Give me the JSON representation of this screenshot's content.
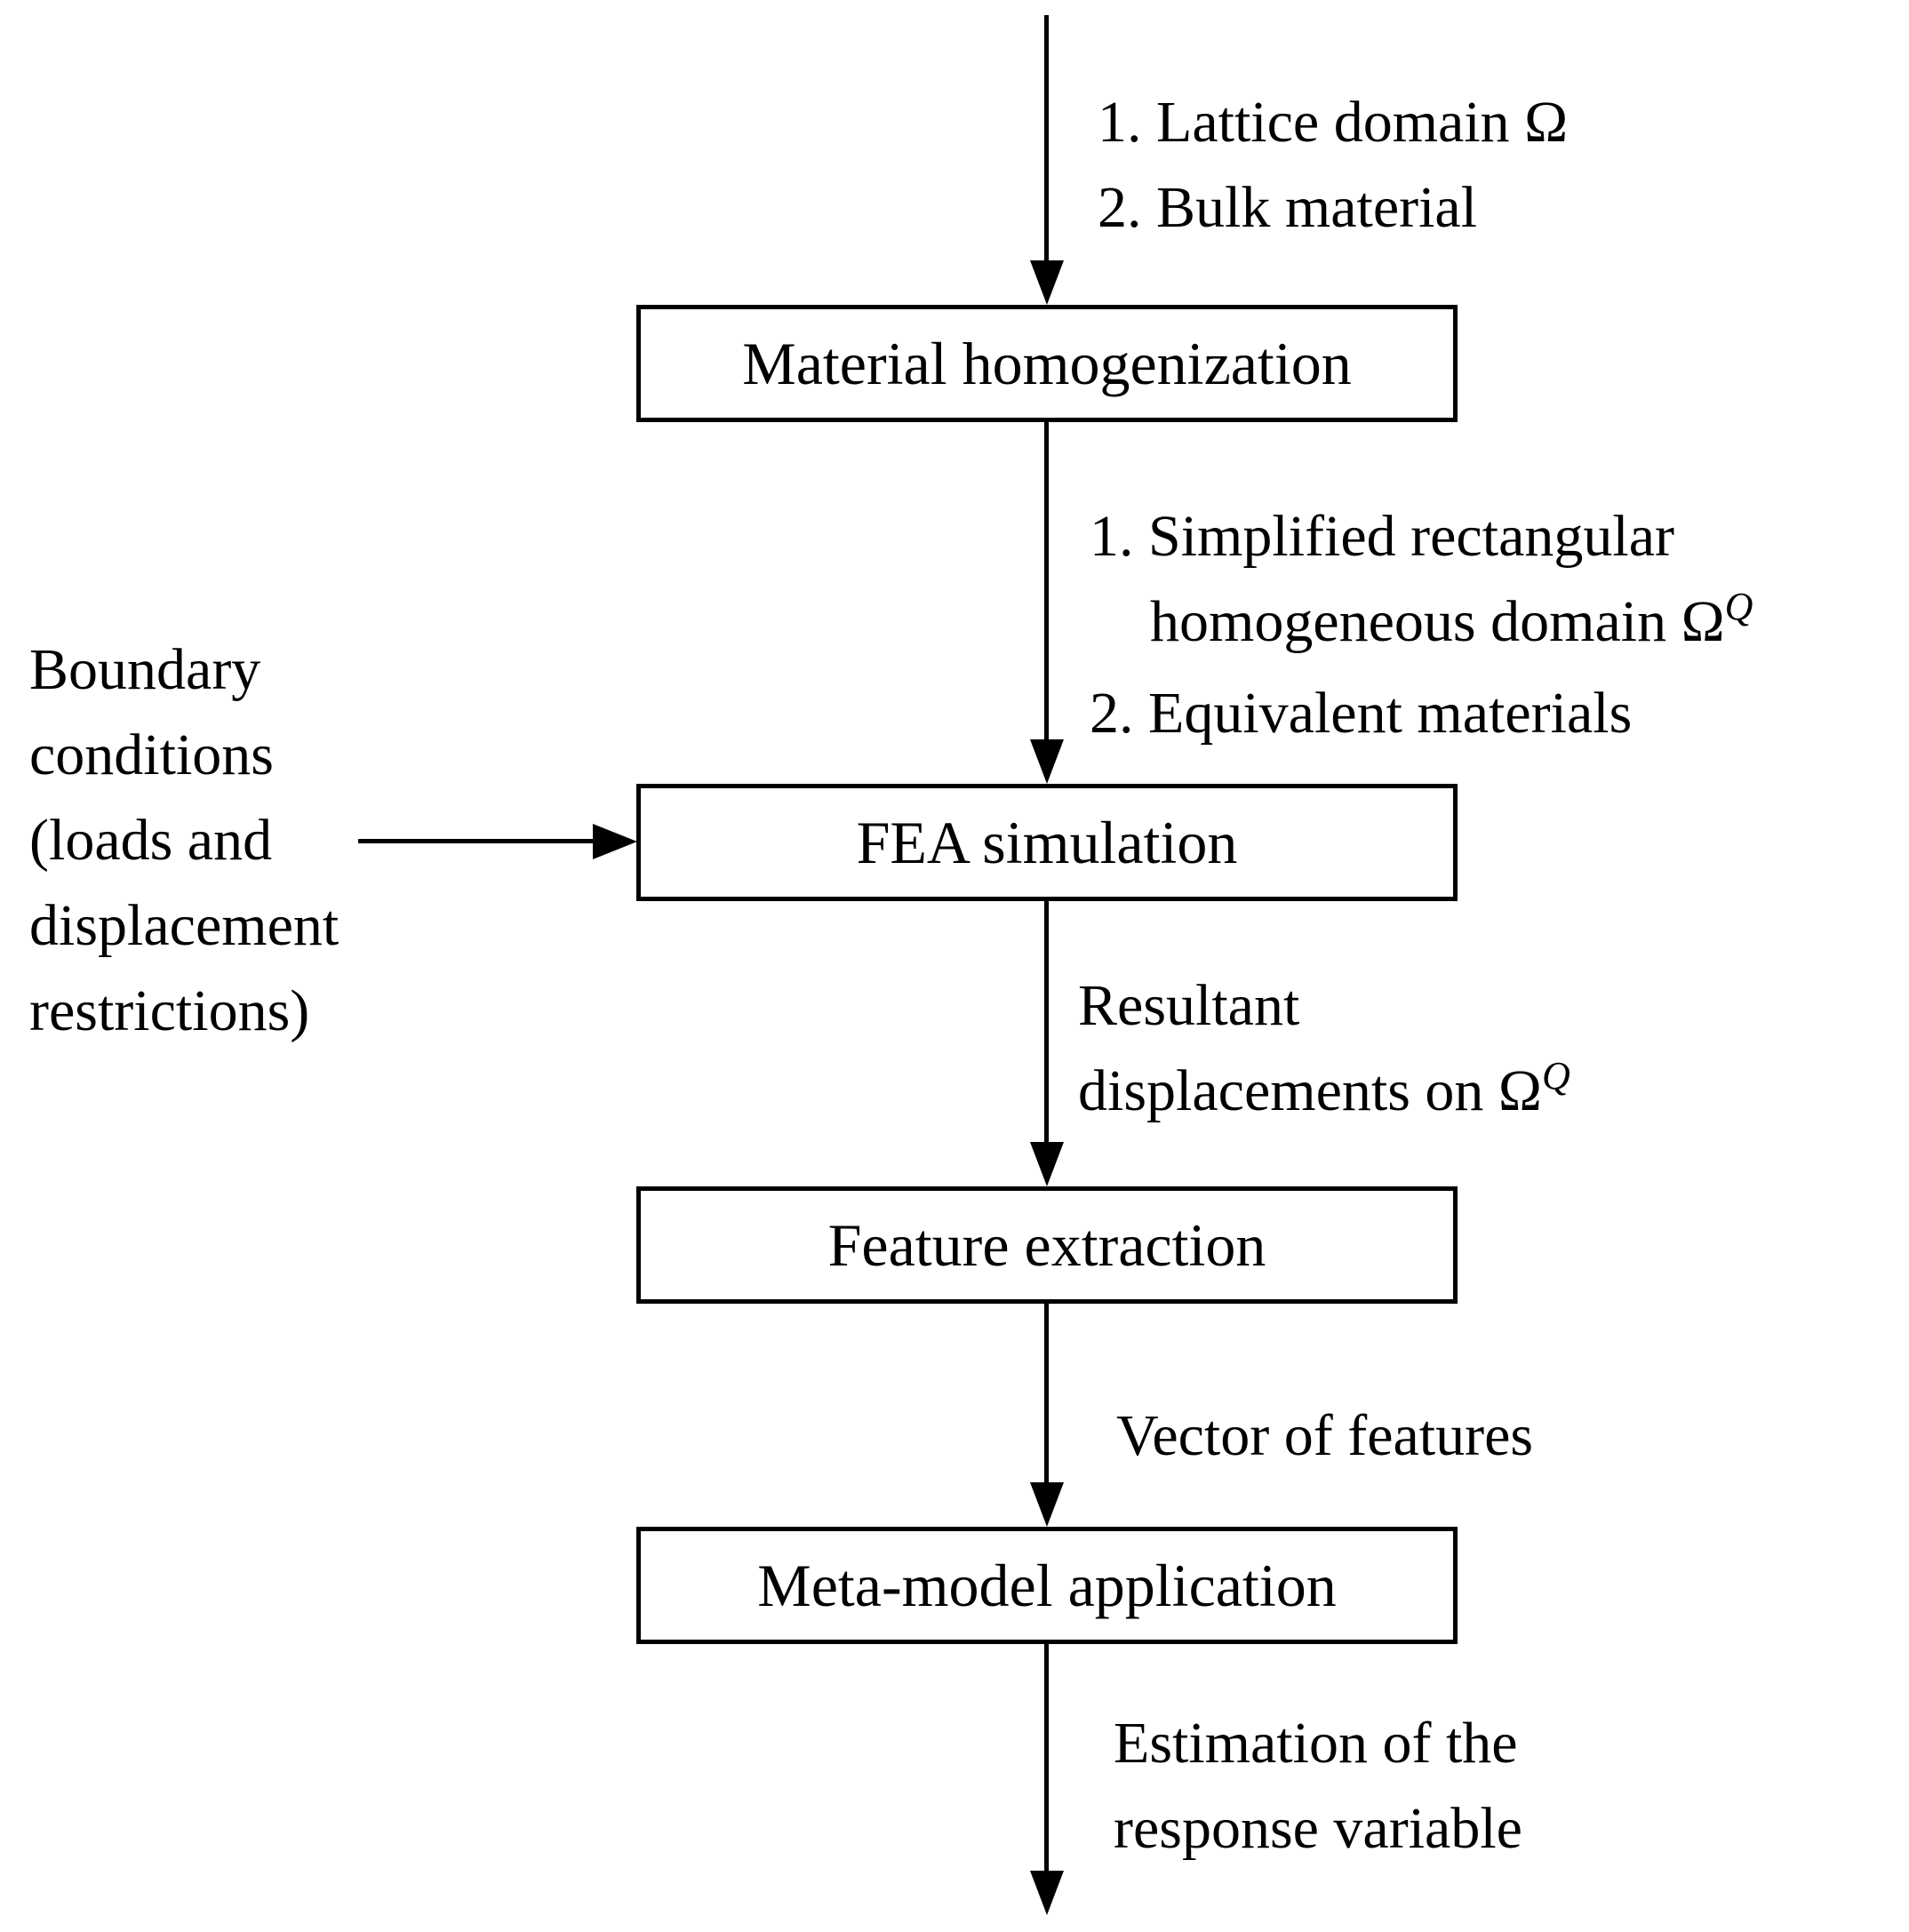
{
  "diagram": {
    "type": "flowchart",
    "colors": {
      "background": "#ffffff",
      "line": "#000000",
      "text": "#000000"
    },
    "nodes": [
      {
        "id": "material-homogenization",
        "label": "Material homogenization"
      },
      {
        "id": "fea-simulation",
        "label": "FEA simulation"
      },
      {
        "id": "feature-extraction",
        "label": "Feature extraction"
      },
      {
        "id": "meta-model-application",
        "label": "Meta-model application"
      }
    ],
    "annotations": {
      "top_input": {
        "line1": "1. Lattice domain Ω",
        "line2": "2. Bulk material"
      },
      "homogenization_output": {
        "line1": "1. Simplified rectangular",
        "line2_text": "homogeneous domain Ω",
        "line2_sup": "Q",
        "line3": "2. Equivalent materials"
      },
      "boundary_conditions": {
        "line1": "Boundary",
        "line2": "conditions",
        "line3": "(loads and",
        "line4": "displacement",
        "line5": "restrictions)"
      },
      "fea_output": {
        "line1": "Resultant",
        "line2_text": "displacements on Ω",
        "line2_sup": "Q"
      },
      "feature_output": {
        "line1": "Vector of features"
      },
      "final_output": {
        "line1": "Estimation of the",
        "line2": "response variable"
      }
    }
  }
}
